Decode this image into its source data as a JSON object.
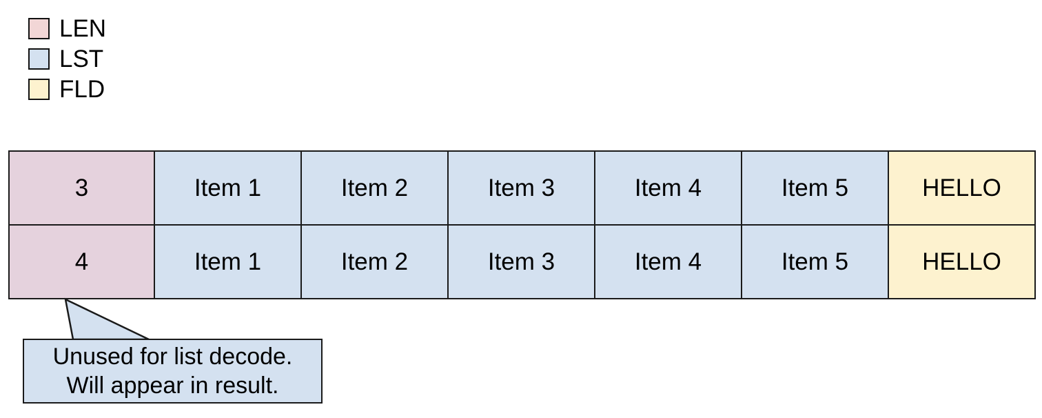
{
  "legend": {
    "items": [
      {
        "label": "LEN",
        "color": "#f2d6d6",
        "icon": "color-swatch-icon"
      },
      {
        "label": "LST",
        "color": "#d4e1f0",
        "icon": "color-swatch-icon"
      },
      {
        "label": "FLD",
        "color": "#fdf2cf",
        "icon": "color-swatch-icon"
      }
    ]
  },
  "table": {
    "rows": [
      {
        "len": "3",
        "items": [
          "Item 1",
          "Item 2",
          "Item 3",
          "Item 4",
          "Item 5"
        ],
        "fld": "HELLO"
      },
      {
        "len": "4",
        "items": [
          "Item 1",
          "Item 2",
          "Item 3",
          "Item 4",
          "Item 5"
        ],
        "fld": "HELLO"
      }
    ]
  },
  "callout": {
    "line1": "Unused for list decode.",
    "line2": "Will appear in result.",
    "fill": "#d4e1f0",
    "border": "#1a1a1a",
    "points_to": "row-2-len-cell"
  },
  "colors": {
    "len_cell": "#e5d2dd",
    "lst_cell": "#d4e1f0",
    "fld_cell": "#fdf2cf",
    "border": "#1a1a1a",
    "background": "#ffffff"
  }
}
